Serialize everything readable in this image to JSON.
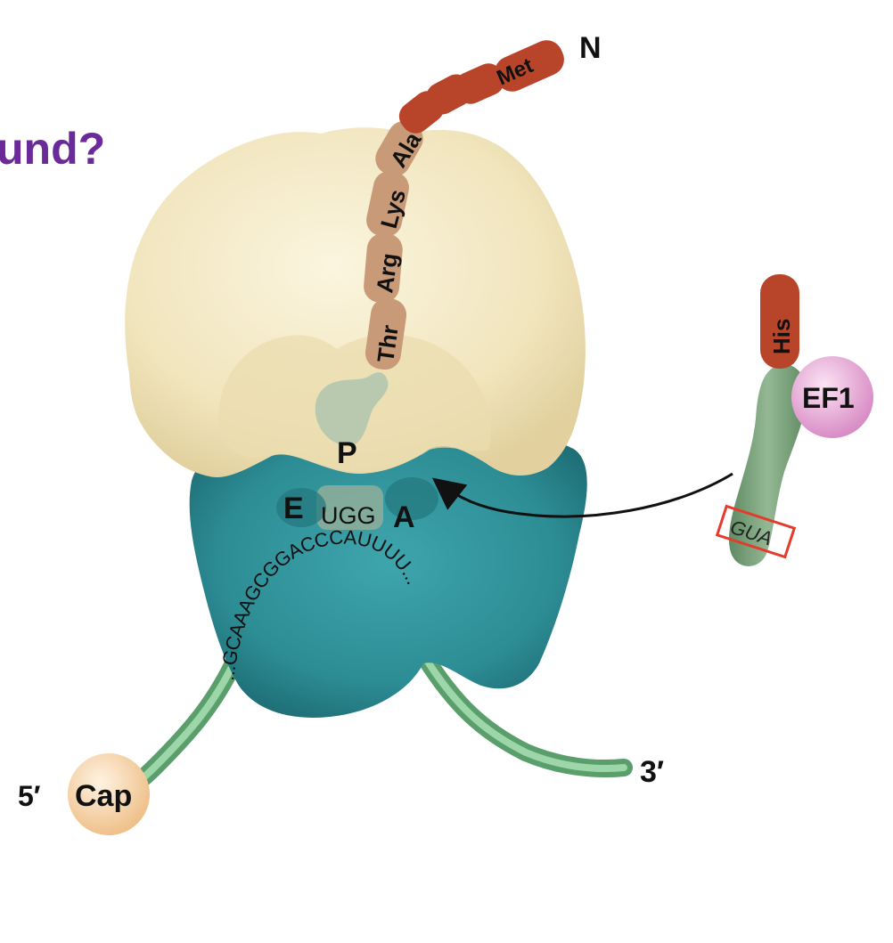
{
  "heading": "und?",
  "peptide": {
    "terminus": "N",
    "residues": [
      "Met",
      "Ala",
      "Lys",
      "Arg",
      "Thr"
    ]
  },
  "ribosome": {
    "sites": {
      "p": "P",
      "e": "E",
      "a": "A"
    },
    "codon_in_e_site": "UGG",
    "mrna_sequence": "...GCAAAGCGGACCCAUUUU..."
  },
  "mrna_ends": {
    "five_prime": "5′",
    "cap": "Cap",
    "three_prime": "3′"
  },
  "incoming_trna": {
    "amino_acid": "His",
    "elongation_factor": "EF1",
    "anticodon": "GUA"
  },
  "colors": {
    "large_subunit": "#f3e9c6",
    "small_subunit": "#2e8f97",
    "mrna": "#7cc08d",
    "amino_acid_red": "#b8452a",
    "amino_acid_tan": "#c89a78",
    "trna_green": "#7aa07a",
    "ef1_pink": "#e9a6d7",
    "cap_peach": "#f5d2a6",
    "heading": "#6b2a9a"
  }
}
